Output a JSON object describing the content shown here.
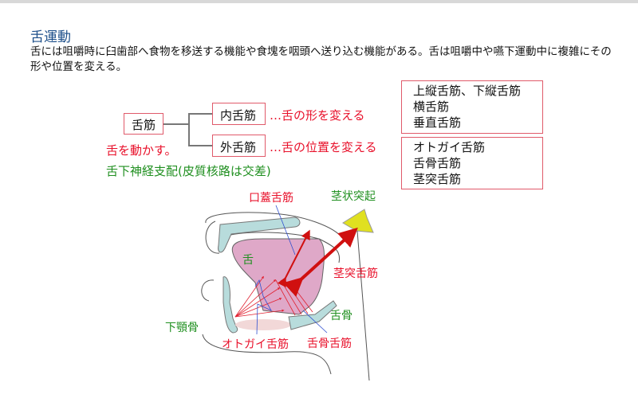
{
  "title": "舌運動",
  "description": "舌には咀嚼時に臼歯部へ食物を移送する機能や食塊を咽頭へ送り込む機能がある。舌は咀嚼中や嚥下運動中に複雑にその形や位置を変える。",
  "tree": {
    "root": "舌筋",
    "root_note1": "舌を動かす。",
    "root_note2": "舌下神経支配(皮質核路は交差)",
    "intrinsic": {
      "label": "内舌筋",
      "note": "…舌の形を変える",
      "muscles": [
        "上縦舌筋、下縦舌筋",
        "横舌筋",
        "垂直舌筋"
      ]
    },
    "extrinsic": {
      "label": "外舌筋",
      "note": "…舌の位置を変える",
      "muscles": [
        "オトガイ舌筋",
        "舌骨舌筋",
        "茎突舌筋"
      ]
    }
  },
  "figure": {
    "palatoglossus": "口蓋舌筋",
    "styloid": "茎状突起",
    "tongue": "舌",
    "styloglossus": "茎突舌筋",
    "hyoid": "舌骨",
    "mandible": "下顎骨",
    "genioglossus": "オトガイ舌筋",
    "hyoglossus": "舌骨舌筋"
  }
}
